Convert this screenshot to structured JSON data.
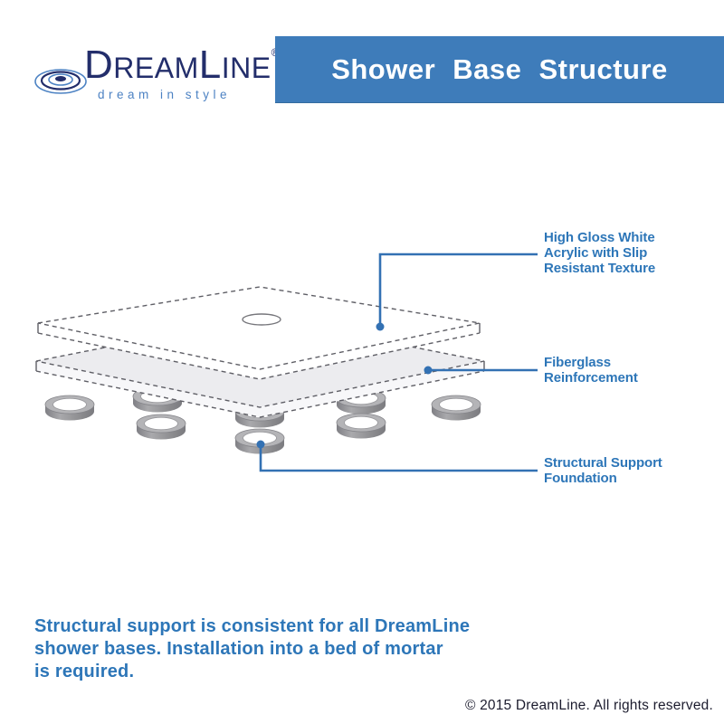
{
  "logo": {
    "part_d": "D",
    "part_ream": "REAM",
    "part_l": "L",
    "part_ine": "INE",
    "registered": "®",
    "tagline": "dream in style"
  },
  "header": {
    "title": "Shower Base Structure"
  },
  "diagram": {
    "callouts": [
      {
        "label": "High Gloss White\nAcrylic with Slip\nResistant Texture"
      },
      {
        "label": "Fiberglass\nReinforcement"
      },
      {
        "label": "Structural Support\nFoundation"
      }
    ]
  },
  "footer": {
    "note": "Structural support is consistent for all DreamLine\nshower bases. Installation into a bed of mortar\nis required.",
    "copyright": "© 2015 DreamLine. All rights reserved."
  },
  "colors": {
    "banner_blue": "#3E7CBA",
    "accent_text_blue": "#2D76B8",
    "callout_line_blue": "#3371B3",
    "logo_navy": "#232E6B",
    "logo_light_blue": "#4C82C3",
    "slab_gray_fill": "#ECEDEF",
    "dash_gray": "#5F5F66",
    "ring_gray": "#909092"
  }
}
